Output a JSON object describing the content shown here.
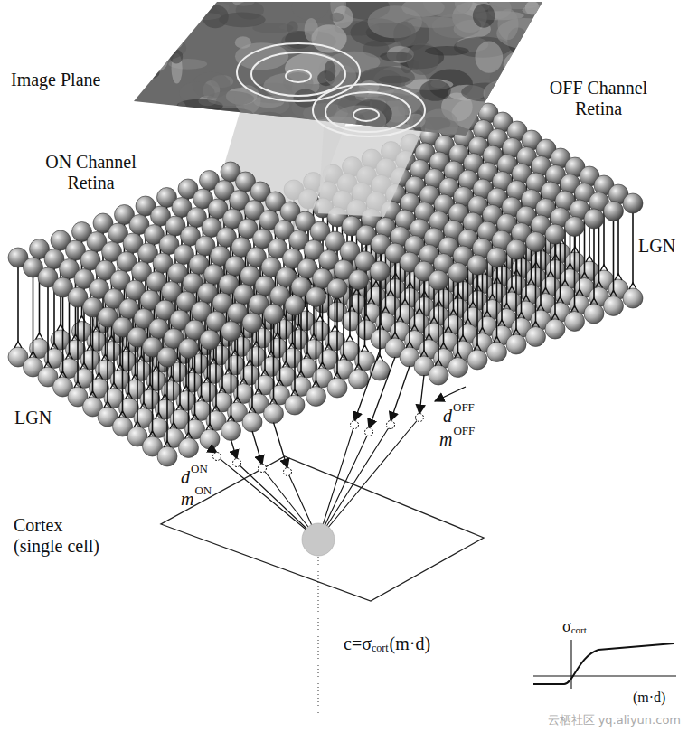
{
  "diagram": {
    "labels": [
      "Image Plane",
      "OFF Channel Retina",
      "ON Channel Retina",
      "LGN",
      "LGN",
      "d",
      "OFF",
      "m",
      "OFF",
      "d",
      "ON",
      "m",
      "ON",
      "Cortex (single cell)",
      "c=σ",
      "cort",
      "(m·d)",
      "σ",
      "cort",
      "(m·d)",
      "云栖社区 yq.aliyun.com"
    ]
  }
}
